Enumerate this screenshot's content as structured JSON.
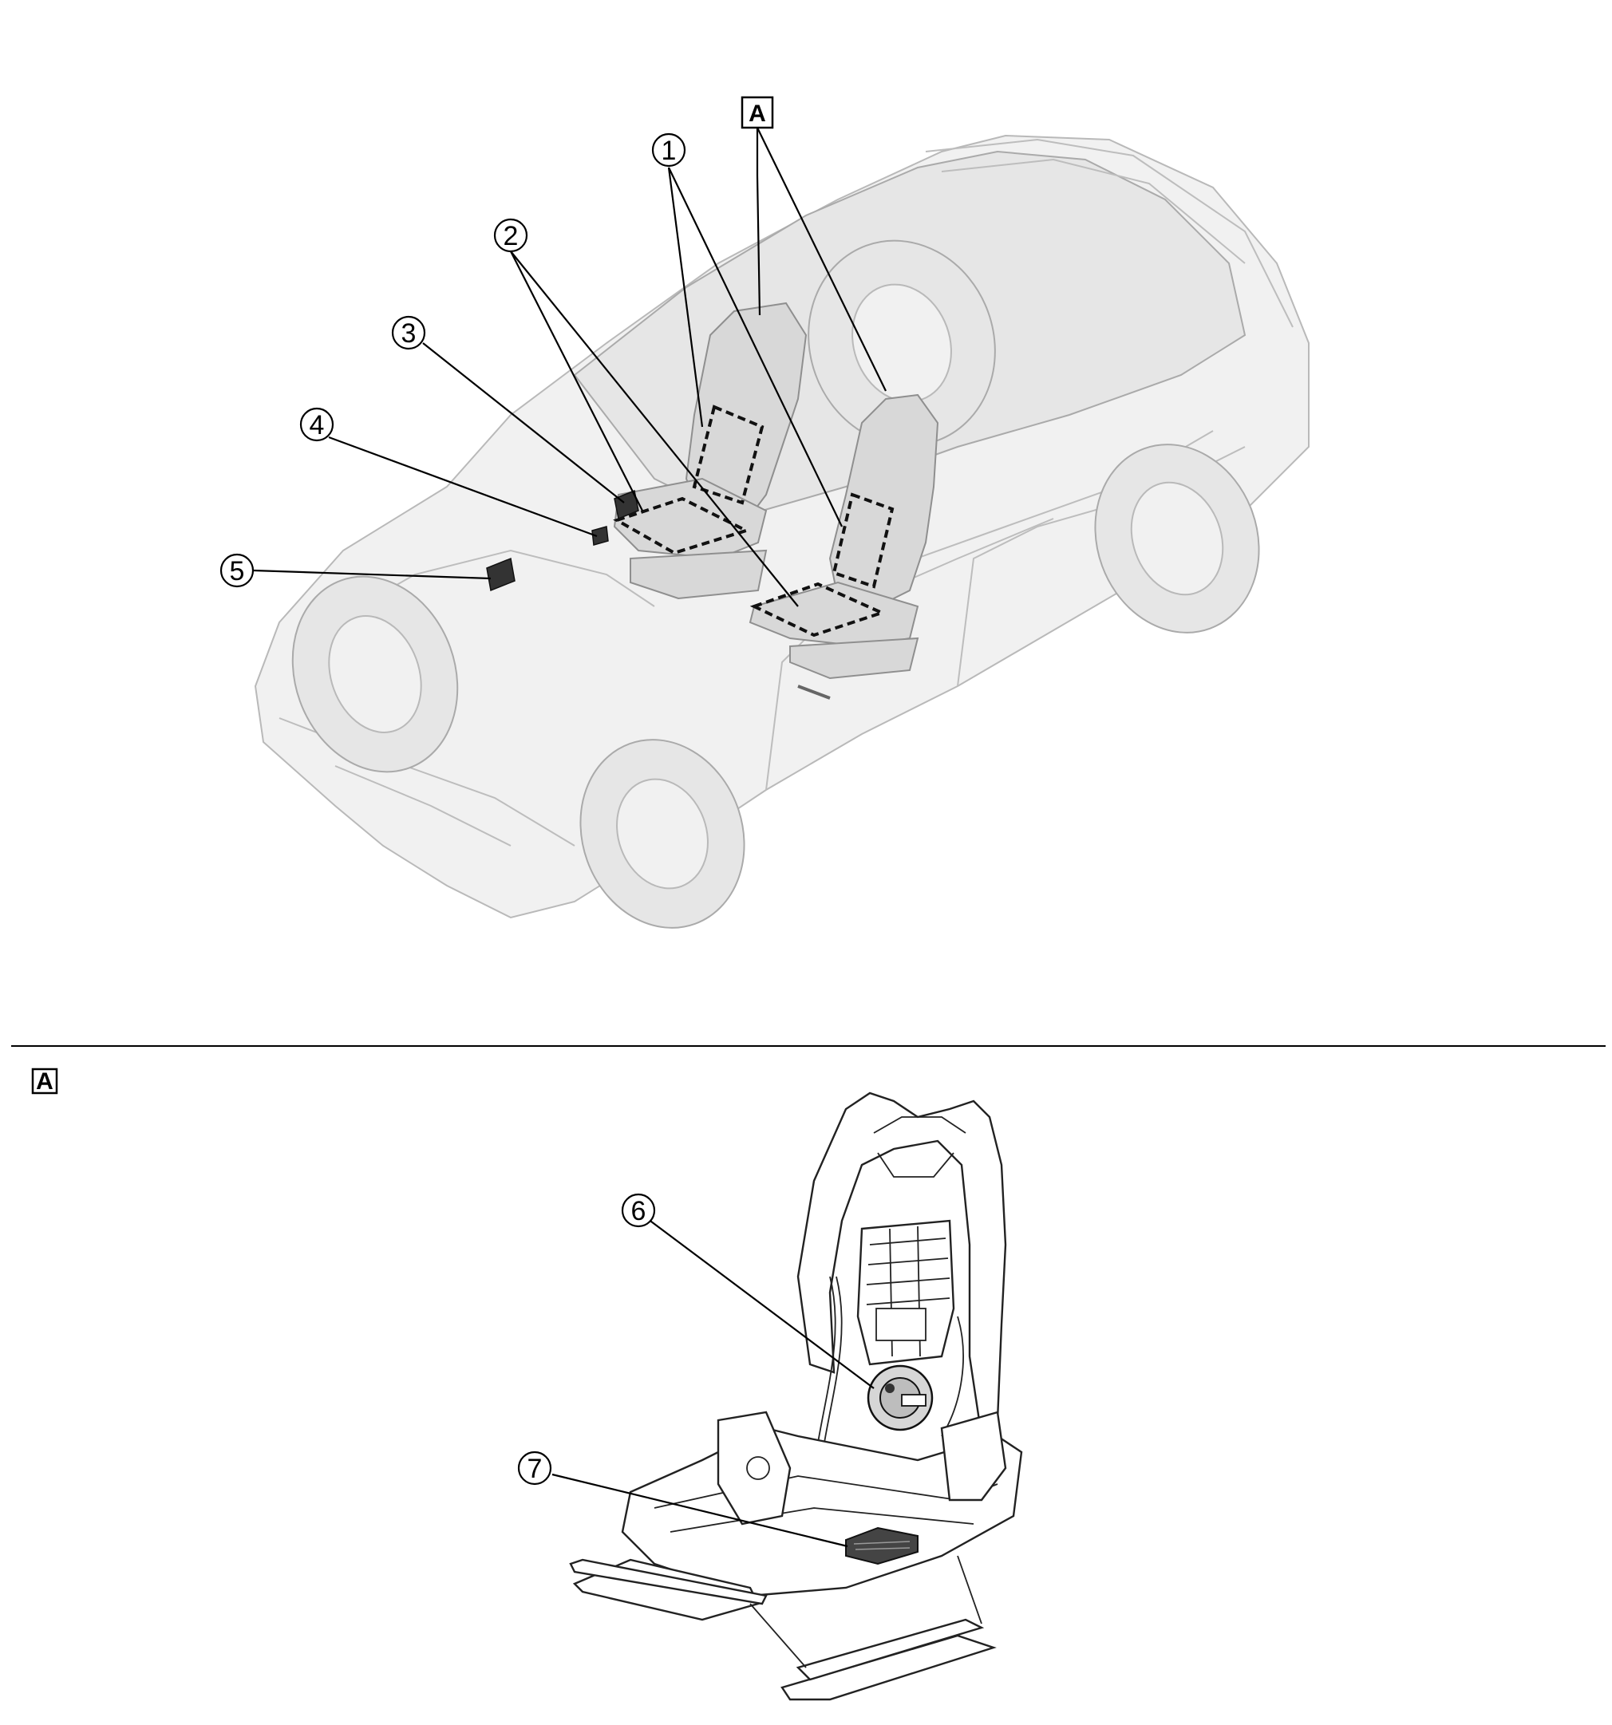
{
  "figure": {
    "view_label": "A",
    "detail_label": "A"
  },
  "callouts": [
    {
      "id": "1",
      "text": "①"
    },
    {
      "id": "2",
      "text": "②"
    },
    {
      "id": "3",
      "text": "③"
    },
    {
      "id": "4",
      "text": "④"
    },
    {
      "id": "5",
      "text": "⑤"
    },
    {
      "id": "6",
      "text": "⑥"
    },
    {
      "id": "7",
      "text": "⑦"
    }
  ]
}
